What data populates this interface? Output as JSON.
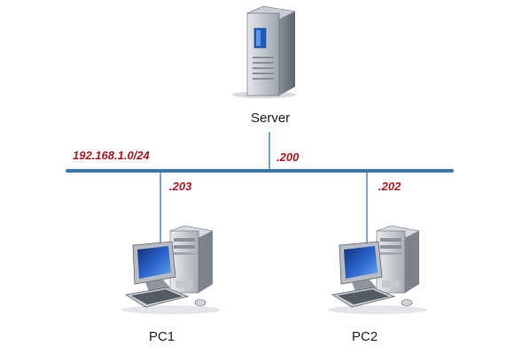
{
  "network": {
    "subnet": "192.168.1.0/24",
    "bus_color": "#3a77b8",
    "label_color": "#b0171f"
  },
  "nodes": {
    "server": {
      "label": "Server",
      "ip": ".200",
      "icon": "server-tower-icon"
    },
    "pc1": {
      "label": "PC1",
      "ip": ".203",
      "icon": "desktop-computer-icon"
    },
    "pc2": {
      "label": "PC2",
      "ip": ".202",
      "icon": "desktop-computer-icon"
    }
  }
}
